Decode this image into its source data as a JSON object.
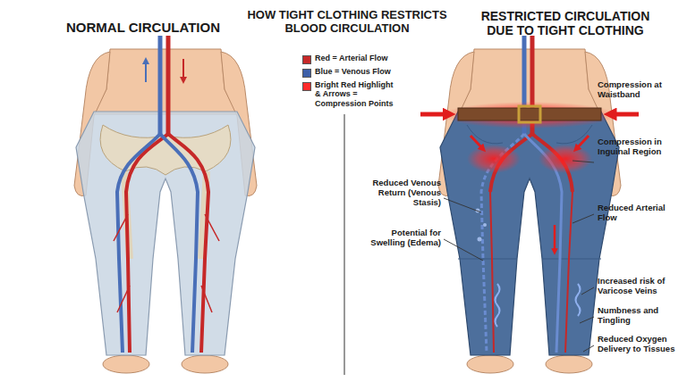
{
  "diagram": {
    "title": "HOW TIGHT CLOTHING RESTRICTS BLOOD CIRCULATION",
    "labels": [
      "NORMAL CIRCULATION",
      "RESTRICTED CIRCULATION DUE TO TIGHT CLOTHING",
      "Compression at Waistband",
      "Compression in Inguinal Region",
      "Reduced Venous Return (Venous Stasis)",
      "Potential for Swelling (Edema)",
      "Reduced Arterial Flow",
      "Increased risk of Varicose Veins",
      "Numbness and Tingling",
      "Reduced Oxygen Delivery to Tissues"
    ],
    "legend": [
      {
        "text": "Red = Arterial Flow",
        "color": "#c62828"
      },
      {
        "text": "Blue = Venous Flow",
        "color": "#3d5fa8"
      },
      {
        "text": "Bright Red Highlight & Arrows = Compression Points",
        "color": "#ff2a2a"
      }
    ]
  }
}
